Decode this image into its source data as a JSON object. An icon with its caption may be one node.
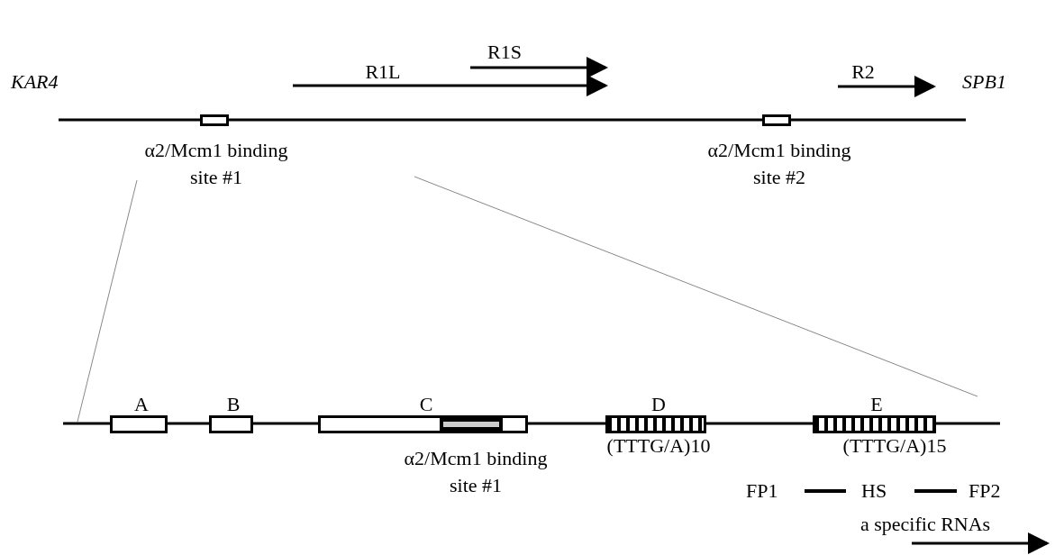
{
  "diagram": {
    "nodes": [
      {
        "text": [
          "α2/Mcm1 binding site #1"
        ]
      },
      {
        "text": [
          "α2/Mcm1 binding site #2"
        ]
      },
      {
        "text": [
          "A"
        ]
      },
      {
        "text": [
          "B"
        ]
      },
      {
        "text": [
          "C"
        ]
      },
      {
        "text": [
          "α2/Mcm1 binding site #1"
        ],
        "in": 4
      },
      {
        "text": [
          "D",
          "(TTTG/A)10"
        ]
      },
      {
        "text": [
          "E",
          "(TTTG/A)15"
        ]
      }
    ],
    "labels": [
      "KAR4",
      "R1S",
      "R1L",
      "R2",
      "SPB1",
      "FP1",
      "HS",
      "FP2",
      "a specific RNAs"
    ]
  }
}
